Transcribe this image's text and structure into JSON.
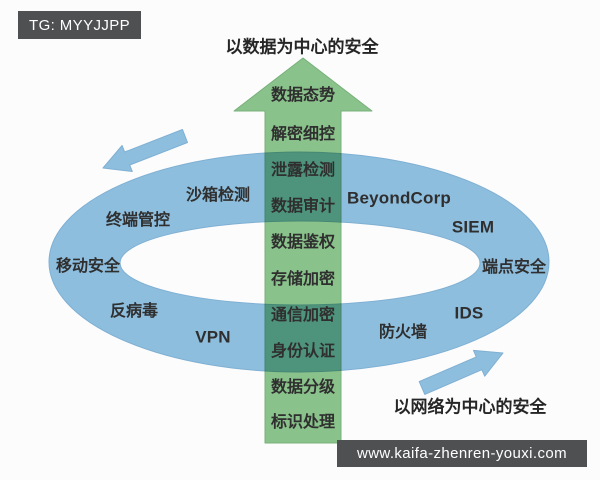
{
  "badges": {
    "top_left": {
      "text": "TG: MYYJJPP"
    },
    "bottom_right": {
      "text": "www.kaifa-zhenren-youxi.com"
    }
  },
  "diagram": {
    "data_axis_title": "以数据为中心的安全",
    "network_axis_title": "以网络为中心的安全",
    "arrow_items": [
      "数据态势",
      "解密细控",
      "泄露检测",
      "数据审计",
      "数据鉴权",
      "存储加密",
      "通信加密",
      "身份认证",
      "数据分级",
      "标识处理"
    ],
    "ring_items": [
      "沙箱检测",
      "终端管控",
      "移动安全",
      "反病毒",
      "VPN",
      "BeyondCorp",
      "SIEM",
      "端点安全",
      "IDS",
      "防火墙"
    ],
    "colors": {
      "ring_blue": "#8ebede",
      "arrow_green": "#8cc58d",
      "text_dark": "#2f2f2f",
      "badge_bg": "#4f5052",
      "badge_text": "#ffffff"
    }
  }
}
